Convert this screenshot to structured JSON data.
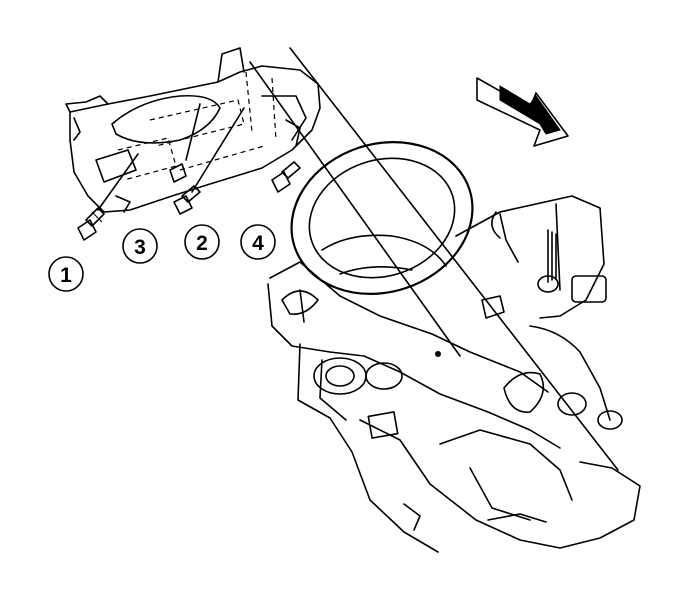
{
  "diagram": {
    "callouts": [
      {
        "label": "1"
      },
      {
        "label": "2"
      },
      {
        "label": "3"
      },
      {
        "label": "4"
      }
    ],
    "colors": {
      "line": "#000000",
      "background": "#ffffff"
    },
    "icons": [
      "direction-arrow-icon",
      "bolt-icon"
    ]
  }
}
